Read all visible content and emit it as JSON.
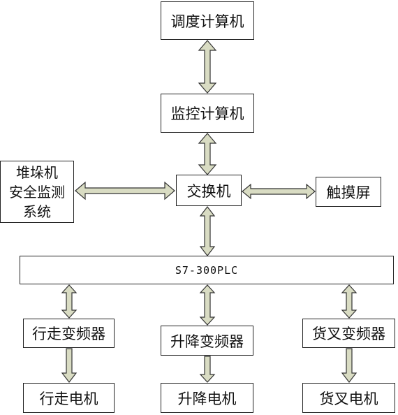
{
  "nodes": {
    "dispatch_computer": "调度计算机",
    "monitor_computer": "监控计算机",
    "safety_monitor": [
      "堆垛机",
      "安全监测",
      "系统"
    ],
    "switch": "交换机",
    "touchscreen": "触摸屏",
    "plc": "S7-300PLC",
    "travel_inverter": "行走变频器",
    "lift_inverter": "升降变频器",
    "fork_inverter": "货叉变频器",
    "travel_motor": "行走电机",
    "lift_motor": "升降电机",
    "fork_motor": "货叉电机"
  },
  "colors": {
    "arrow_fill": "#d9dcc3",
    "arrow_stroke": "#333333",
    "box_border": "#222222"
  }
}
